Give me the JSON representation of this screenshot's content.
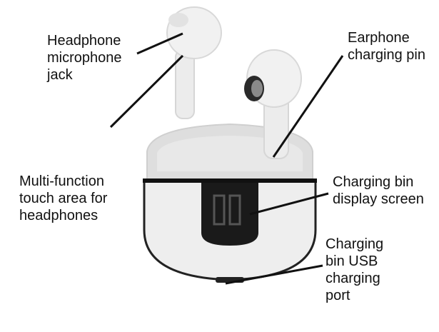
{
  "labels": {
    "mic_jack": [
      "Headphone",
      "microphone",
      "jack"
    ],
    "charging_pin": [
      "Earphone",
      "charging pin"
    ],
    "touch_area": [
      "Multi-function",
      "touch area for",
      "headphones"
    ],
    "display_screen": [
      "Charging bin",
      "display screen"
    ],
    "usb_port": [
      "Charging",
      "bin USB",
      "charging",
      "port"
    ]
  },
  "colors": {
    "case_body": "#eeeeee",
    "case_lid": "#dedede",
    "seam": "#111111",
    "screen": "#1a1a1a",
    "leader": "#111111",
    "text": "#111111"
  }
}
